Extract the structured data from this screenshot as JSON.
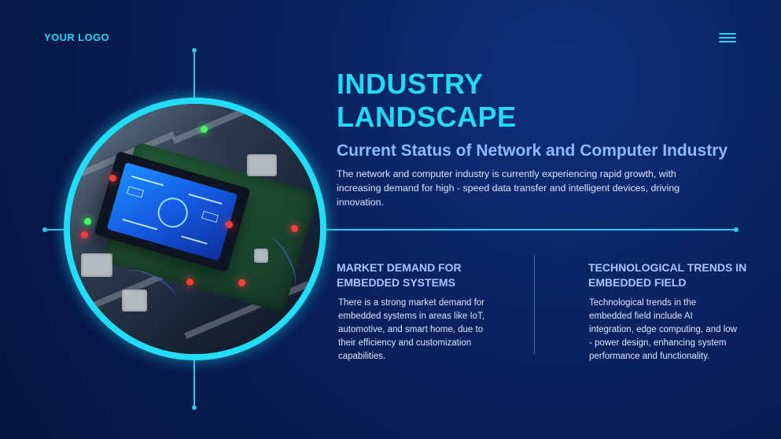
{
  "header": {
    "logo": "YOUR LOGO",
    "menu_icon": "hamburger-icon"
  },
  "hero": {
    "image_icon": "embedded-board-photo"
  },
  "content": {
    "title": "INDUSTRY LANDSCAPE",
    "subtitle": "Current Status of Network and Computer Industry",
    "intro": "The network and computer industry is currently experiencing rapid growth, with increasing demand for high - speed data transfer and intelligent devices, driving innovation.",
    "left_heading": "MARKET DEMAND FOR EMBEDDED SYSTEMS",
    "left_body": "There is a strong market demand for embedded systems in areas like IoT, automotive, and smart home, due to their efficiency and customization capabilities.",
    "right_heading": "TECHNOLOGICAL TRENDS IN EMBEDDED FIELD",
    "right_body": "Technological trends in the embedded field include AI integration, edge computing, and low - power design, enhancing system performance and functionality."
  },
  "colors": {
    "background": "#0a2463",
    "accent": "#23daf4",
    "subtitle": "#8eb8ff",
    "heading": "#a7c4ff",
    "body_text": "#dbe7ff"
  }
}
